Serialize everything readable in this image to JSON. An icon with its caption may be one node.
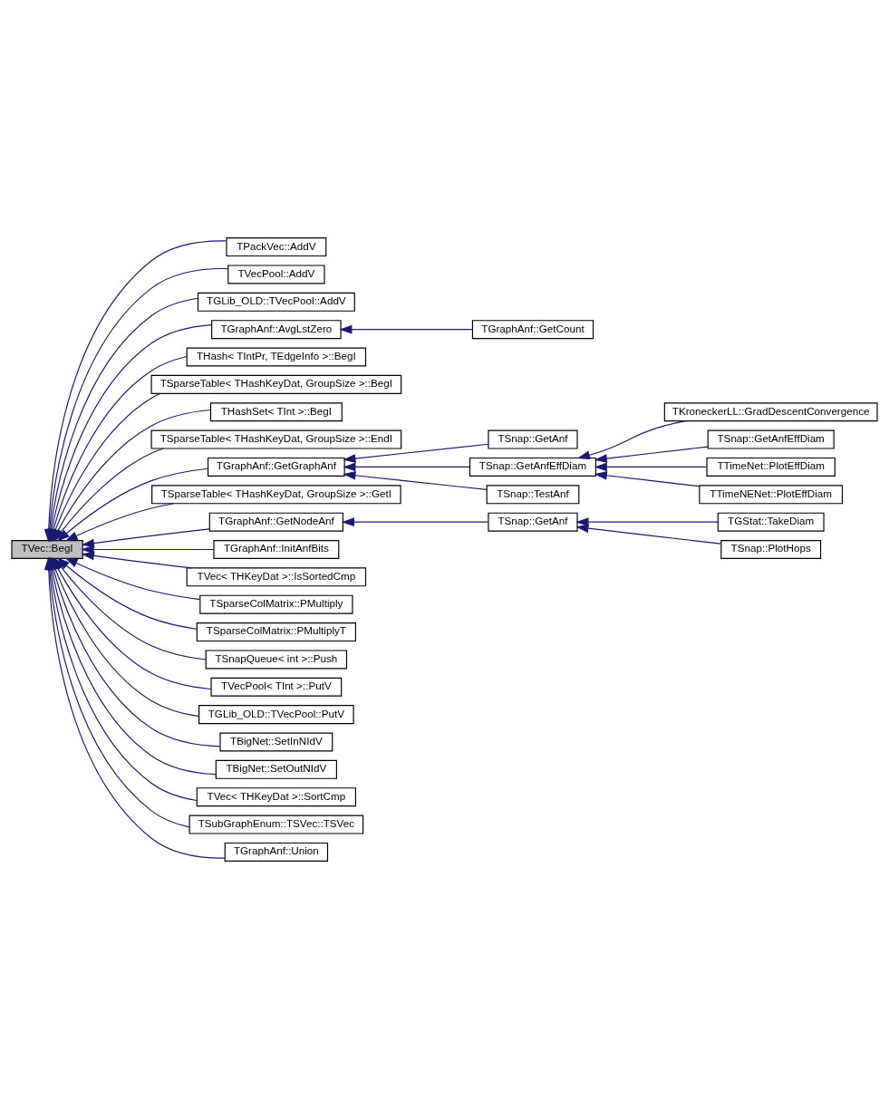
{
  "diagram": {
    "nodes": [
      {
        "text": [
          "TVec::BegI"
        ]
      },
      {
        "text": [
          "TPackVec::AddV"
        ]
      },
      {
        "text": [
          "TVecPool::AddV"
        ]
      },
      {
        "text": [
          "TGLib_OLD::TVecPool::AddV"
        ]
      },
      {
        "text": [
          "TGraphAnf::AvgLstZero"
        ]
      },
      {
        "text": [
          "TGraphAnf::GetCount"
        ]
      },
      {
        "text": [
          "THash< TIntPr, TEdgeInfo >::BegI"
        ]
      },
      {
        "text": [
          "TSparseTable< THashKeyDat, GroupSize >::BegI"
        ]
      },
      {
        "text": [
          "THashSet< TInt >::BegI"
        ]
      },
      {
        "text": [
          "TSparseTable< THashKeyDat, GroupSize >::EndI"
        ]
      },
      {
        "text": [
          "TGraphAnf::GetGraphAnf"
        ]
      },
      {
        "text": [
          "TSnap::GetAnf"
        ]
      },
      {
        "text": [
          "TSnap::GetAnfEffDiam"
        ]
      },
      {
        "text": [
          "TKroneckerLL::GradDescentConvergence"
        ]
      },
      {
        "text": [
          "TSnap::GetAnfEffDiam"
        ]
      },
      {
        "text": [
          "TTimeNet::PlotEffDiam"
        ]
      },
      {
        "text": [
          "TTimeNENet::PlotEffDiam"
        ]
      },
      {
        "text": [
          "TSnap::TestAnf"
        ]
      },
      {
        "text": [
          "TSparseTable< THashKeyDat, GroupSize >::GetI"
        ]
      },
      {
        "text": [
          "TGraphAnf::GetNodeAnf"
        ]
      },
      {
        "text": [
          "TSnap::GetAnf"
        ]
      },
      {
        "text": [
          "TGStat::TakeDiam"
        ]
      },
      {
        "text": [
          "TSnap::PlotHops"
        ]
      },
      {
        "text": [
          "TGraphAnf::InitAnfBits"
        ]
      },
      {
        "text": [
          "TVec< THKeyDat >::IsSortedCmp"
        ]
      },
      {
        "text": [
          "TSparseColMatrix::PMultiply"
        ]
      },
      {
        "text": [
          "TSparseColMatrix::PMultiplyT"
        ]
      },
      {
        "text": [
          "TSnapQueue< int >::Push"
        ]
      },
      {
        "text": [
          "TVecPool< TInt >::PutV"
        ]
      },
      {
        "text": [
          "TGLib_OLD::TVecPool::PutV"
        ]
      },
      {
        "text": [
          "TBigNet::SetInNIdV"
        ]
      },
      {
        "text": [
          "TBigNet::SetOutNIdV"
        ]
      },
      {
        "text": [
          "TVec< THKeyDat >::SortCmp"
        ]
      },
      {
        "text": [
          "TSubGraphEnum::TSVec::TSVec"
        ]
      },
      {
        "text": [
          "TGraphAnf::Union"
        ]
      }
    ],
    "edges": [
      {
        "from": 1,
        "to": 0,
        "arrow": "to"
      },
      {
        "from": 2,
        "to": 0,
        "arrow": "to"
      },
      {
        "from": 3,
        "to": 0,
        "arrow": "to"
      },
      {
        "from": 4,
        "to": 0,
        "arrow": "to"
      },
      {
        "from": 5,
        "to": 4,
        "arrow": "to"
      },
      {
        "from": 6,
        "to": 0,
        "arrow": "to"
      },
      {
        "from": 7,
        "to": 0,
        "arrow": "to"
      },
      {
        "from": 8,
        "to": 0,
        "arrow": "to"
      },
      {
        "from": 9,
        "to": 0,
        "arrow": "to"
      },
      {
        "from": 10,
        "to": 0,
        "arrow": "to"
      },
      {
        "from": 11,
        "to": 10,
        "arrow": "to"
      },
      {
        "from": 12,
        "to": 10,
        "arrow": "to"
      },
      {
        "from": 13,
        "to": 12,
        "arrow": "to"
      },
      {
        "from": 14,
        "to": 12,
        "arrow": "to"
      },
      {
        "from": 15,
        "to": 12,
        "arrow": "to"
      },
      {
        "from": 16,
        "to": 12,
        "arrow": "to"
      },
      {
        "from": 17,
        "to": 10,
        "arrow": "to"
      },
      {
        "from": 18,
        "to": 0,
        "arrow": "to"
      },
      {
        "from": 19,
        "to": 0,
        "arrow": "to"
      },
      {
        "from": 20,
        "to": 19,
        "arrow": "to"
      },
      {
        "from": 21,
        "to": 20,
        "arrow": "to"
      },
      {
        "from": 22,
        "to": 20,
        "arrow": "to"
      },
      {
        "from": 23,
        "to": 0,
        "arrow": "to"
      },
      {
        "from": 24,
        "to": 0,
        "arrow": "to"
      },
      {
        "from": 25,
        "to": 0,
        "arrow": "to"
      },
      {
        "from": 26,
        "to": 0,
        "arrow": "to"
      },
      {
        "from": 27,
        "to": 0,
        "arrow": "to"
      },
      {
        "from": 28,
        "to": 0,
        "arrow": "to"
      },
      {
        "from": 29,
        "to": 0,
        "arrow": "to"
      },
      {
        "from": 30,
        "to": 0,
        "arrow": "to"
      },
      {
        "from": 31,
        "to": 0,
        "arrow": "to"
      },
      {
        "from": 32,
        "to": 0,
        "arrow": "to"
      },
      {
        "from": 33,
        "to": 0,
        "arrow": "to"
      },
      {
        "from": 34,
        "to": 0,
        "arrow": "to"
      }
    ]
  }
}
